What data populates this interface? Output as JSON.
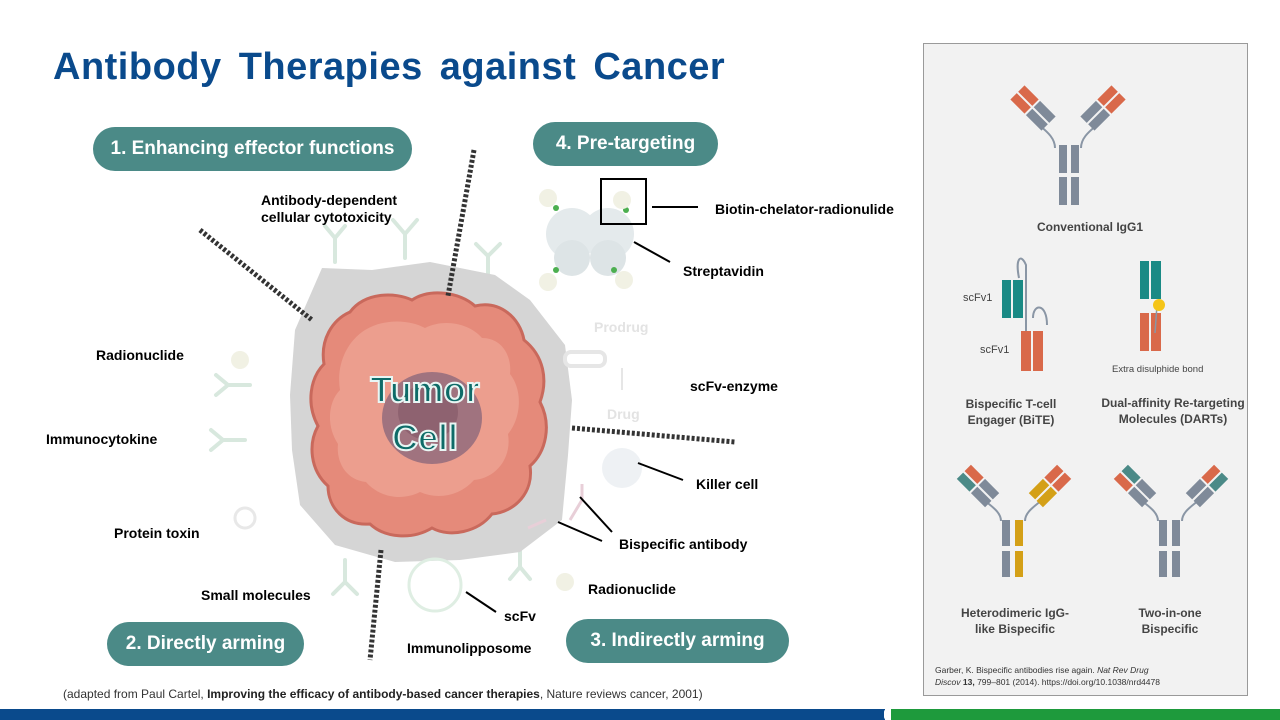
{
  "title": "Antibody Therapies against Cancer",
  "sections": {
    "s1": "1. Enhancing effector functions",
    "s2": "2. Directly arming",
    "s3": "3. Indirectly arming",
    "s4": "4. Pre-targeting"
  },
  "center": {
    "line1": "Tumor",
    "line2": "Cell"
  },
  "labels": {
    "adcc": "Antibody-dependent cellular cytotoxicity",
    "radionuclide_left": "Radionuclide",
    "immunocytokine": "Immunocytokine",
    "protein_toxin": "Protein toxin",
    "small_molecules": "Small molecules",
    "immunoliposome": "Immunolipposome",
    "scfv": "scFv",
    "radionuclide_right": "Radionuclide",
    "bispecific_antibody": "Bispecific antibody",
    "killer_cell": "Killer cell",
    "scfv_enzyme": "scFv-enzyme",
    "biotin": "Biotin-chelator-radionulide",
    "streptavidin": "Streptavidin",
    "prodrug": "Prodrug",
    "drug": "Drug"
  },
  "citation": {
    "prefix": "(adapted from Paul Cartel, ",
    "title": "Improving the efficacy of antibody-based cancer therapies",
    "suffix": ", Nature reviews  cancer, 2001)"
  },
  "panel": {
    "igg1": "Conventional IgG1",
    "scfv1_a": "scFv1",
    "scfv1_b": "scFv1",
    "disulphide": "Extra disulphide bond",
    "bite_1": "Bispecific T-cell",
    "bite_2": "Engager (BiTE)",
    "dart_1": "Dual-affinity  Re-targeting",
    "dart_2": "Molecules (DARTs)",
    "hetero_1": "Heterodimeric IgG-",
    "hetero_2": "like Bispecific",
    "twoinone_1": "Two-in-one",
    "twoinone_2": "Bispecific",
    "ref_1a": "Garber, K. Bispecific antibodies rise again. ",
    "ref_1b": "Nat  Rev Drug",
    "ref_2a": "Discov",
    "ref_2b": " 13,",
    "ref_2c": " 799–801 (2014). https://doi.org/10.1038/nrd4478"
  },
  "colors": {
    "title_blue": "#0a4a8c",
    "pill_teal": "#4b8a87",
    "orange": "#d9694a",
    "gray_chain": "#7f8a99",
    "teal_chain": "#1a8a85",
    "gold_chain": "#d4a017",
    "bar_blue": "#0a4a8c",
    "bar_green": "#1e9a3c"
  }
}
